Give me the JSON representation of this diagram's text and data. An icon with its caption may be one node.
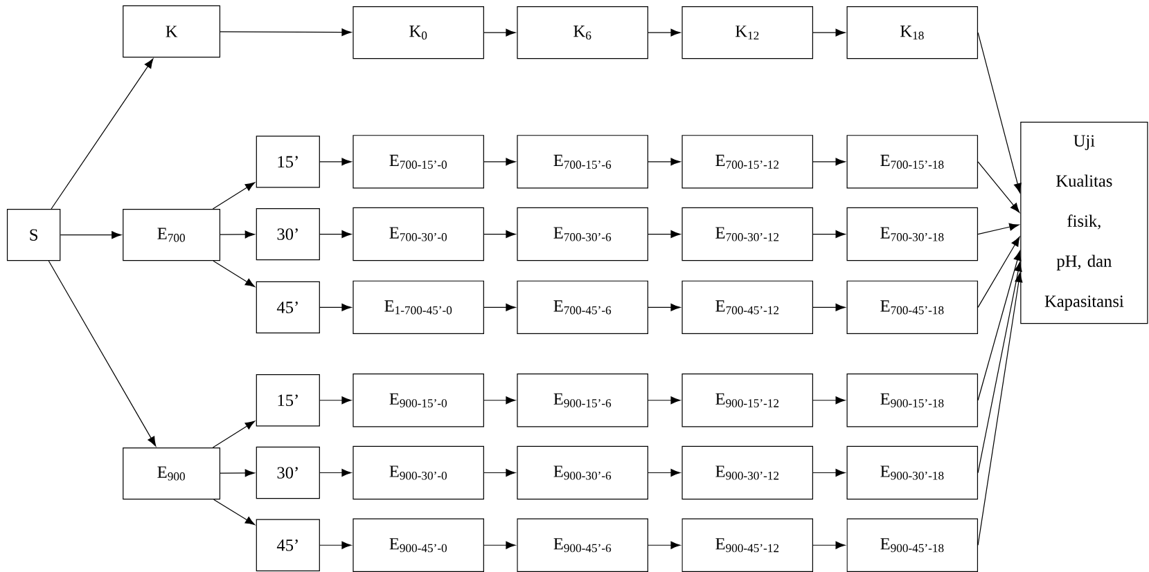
{
  "diagram": {
    "nodes": [
      {
        "text": [
          "S"
        ]
      },
      {
        "text": [
          "K"
        ]
      },
      {
        "text": [
          "E$_{700}$"
        ]
      },
      {
        "text": [
          "E$_{900}$"
        ]
      },
      {
        "text": [
          "15’"
        ]
      },
      {
        "text": [
          "30’"
        ]
      },
      {
        "text": [
          "45’"
        ]
      },
      {
        "text": [
          "15’"
        ]
      },
      {
        "text": [
          "30’"
        ]
      },
      {
        "text": [
          "45’"
        ]
      },
      {
        "text": [
          "K$_{0}$"
        ]
      },
      {
        "text": [
          "K$_{6}$"
        ]
      },
      {
        "text": [
          "K$_{12}$"
        ]
      },
      {
        "text": [
          "K$_{18}$"
        ]
      },
      {
        "text": [
          "E$_{700-15’-0}$"
        ]
      },
      {
        "text": [
          "E$_{700-15’-6}$"
        ]
      },
      {
        "text": [
          "E$_{700-15’-12}$"
        ]
      },
      {
        "text": [
          "E$_{700-15’-18}$"
        ]
      },
      {
        "text": [
          "E$_{700-30’-0}$"
        ]
      },
      {
        "text": [
          "E$_{700-30’-6}$"
        ]
      },
      {
        "text": [
          "E$_{700-30’-12}$"
        ]
      },
      {
        "text": [
          "E$_{700-30’-18}$"
        ]
      },
      {
        "text": [
          "E$_{1-700-45’-0}$"
        ]
      },
      {
        "text": [
          "E$_{700-45’-6}$"
        ]
      },
      {
        "text": [
          "E$_{700-45’-12}$"
        ]
      },
      {
        "text": [
          "E$_{700-45’-18}$"
        ]
      },
      {
        "text": [
          "E$_{900-15’-0}$"
        ]
      },
      {
        "text": [
          "E$_{900-15’-6}$"
        ]
      },
      {
        "text": [
          "E$_{900-15’-12}$"
        ]
      },
      {
        "text": [
          "E$_{900-15’-18}$"
        ]
      },
      {
        "text": [
          "E$_{900-30’-0}$"
        ]
      },
      {
        "text": [
          "E$_{900-30’-6}$"
        ]
      },
      {
        "text": [
          "E$_{900-30’-12}$"
        ]
      },
      {
        "text": [
          "E$_{900-30’-18}$"
        ]
      },
      {
        "text": [
          "E$_{900-45’-0}$"
        ]
      },
      {
        "text": [
          "E$_{900-45’-6}$"
        ]
      },
      {
        "text": [
          "E$_{900-45’-12}$"
        ]
      },
      {
        "text": [
          "E$_{900-45’-18}$"
        ]
      },
      {
        "text": [
          "Uji Kualitas fisik, pH, dan Kapasitansi"
        ]
      }
    ],
    "edges": [
      {
        "from": 0,
        "to": 1,
        "arrow": "to"
      },
      {
        "from": 0,
        "to": 2,
        "arrow": "to"
      },
      {
        "from": 0,
        "to": 3,
        "arrow": "to"
      },
      {
        "from": 1,
        "to": 10,
        "arrow": "to"
      },
      {
        "from": 10,
        "to": 11,
        "arrow": "to"
      },
      {
        "from": 11,
        "to": 12,
        "arrow": "to"
      },
      {
        "from": 12,
        "to": 13,
        "arrow": "to"
      },
      {
        "from": 2,
        "to": 4,
        "arrow": "to"
      },
      {
        "from": 2,
        "to": 5,
        "arrow": "to"
      },
      {
        "from": 2,
        "to": 6,
        "arrow": "to"
      },
      {
        "from": 3,
        "to": 7,
        "arrow": "to"
      },
      {
        "from": 3,
        "to": 8,
        "arrow": "to"
      },
      {
        "from": 3,
        "to": 9,
        "arrow": "to"
      },
      {
        "from": 4,
        "to": 14,
        "arrow": "to"
      },
      {
        "from": 14,
        "to": 15,
        "arrow": "to"
      },
      {
        "from": 15,
        "to": 16,
        "arrow": "to"
      },
      {
        "from": 16,
        "to": 17,
        "arrow": "to"
      },
      {
        "from": 5,
        "to": 18,
        "arrow": "to"
      },
      {
        "from": 18,
        "to": 19,
        "arrow": "to"
      },
      {
        "from": 19,
        "to": 20,
        "arrow": "to"
      },
      {
        "from": 20,
        "to": 21,
        "arrow": "to"
      },
      {
        "from": 6,
        "to": 22,
        "arrow": "to"
      },
      {
        "from": 22,
        "to": 23,
        "arrow": "to"
      },
      {
        "from": 23,
        "to": 24,
        "arrow": "to"
      },
      {
        "from": 24,
        "to": 25,
        "arrow": "to"
      },
      {
        "from": 7,
        "to": 26,
        "arrow": "to"
      },
      {
        "from": 26,
        "to": 27,
        "arrow": "to"
      },
      {
        "from": 27,
        "to": 28,
        "arrow": "to"
      },
      {
        "from": 28,
        "to": 29,
        "arrow": "to"
      },
      {
        "from": 8,
        "to": 30,
        "arrow": "to"
      },
      {
        "from": 30,
        "to": 31,
        "arrow": "to"
      },
      {
        "from": 31,
        "to": 32,
        "arrow": "to"
      },
      {
        "from": 32,
        "to": 33,
        "arrow": "to"
      },
      {
        "from": 9,
        "to": 34,
        "arrow": "to"
      },
      {
        "from": 34,
        "to": 35,
        "arrow": "to"
      },
      {
        "from": 35,
        "to": 36,
        "arrow": "to"
      },
      {
        "from": 36,
        "to": 37,
        "arrow": "to"
      },
      {
        "from": 13,
        "to": 38,
        "arrow": "to"
      },
      {
        "from": 17,
        "to": 38,
        "arrow": "to"
      },
      {
        "from": 21,
        "to": 38,
        "arrow": "to"
      },
      {
        "from": 25,
        "to": 38,
        "arrow": "to"
      },
      {
        "from": 29,
        "to": 38,
        "arrow": "to"
      },
      {
        "from": 33,
        "to": 38,
        "arrow": "to"
      },
      {
        "from": 37,
        "to": 38,
        "arrow": "to"
      }
    ]
  }
}
